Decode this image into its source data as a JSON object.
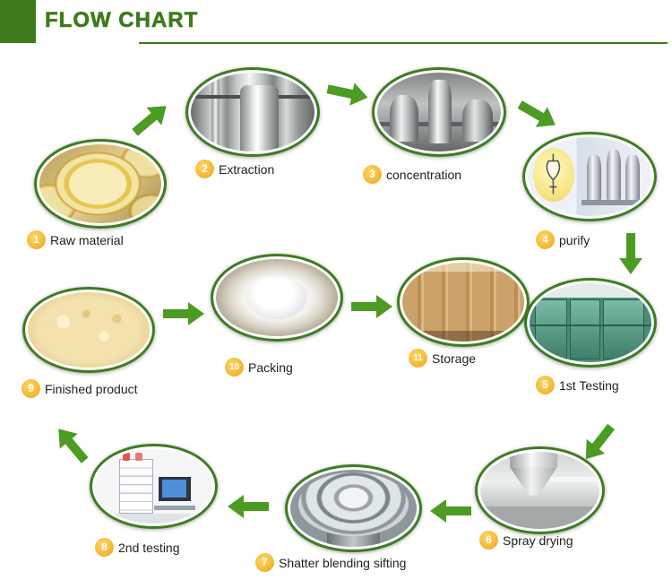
{
  "header": {
    "title": "FLOW CHART"
  },
  "colors": {
    "header_green": "#3d7b1b",
    "arrow_green": "#4c9b22",
    "ellipse_border": "#3c7d21",
    "badge_yellow": "#eea51d"
  },
  "icons": {
    "flow_arrow": "arrow-icon"
  },
  "steps": [
    {
      "number": "1",
      "label": "Raw material"
    },
    {
      "number": "2",
      "label": "Extraction"
    },
    {
      "number": "3",
      "label": "concentration"
    },
    {
      "number": "4",
      "label": "purify"
    },
    {
      "number": "5",
      "label": "1st Testing"
    },
    {
      "number": "6",
      "label": "Spray drying"
    },
    {
      "number": "7",
      "label": "Shatter blending sifting"
    },
    {
      "number": "8",
      "label": "2nd testing"
    },
    {
      "number": "9",
      "label": "Finished product"
    },
    {
      "number": "10",
      "label": "Packing"
    },
    {
      "number": "11",
      "label": "Storage"
    }
  ]
}
